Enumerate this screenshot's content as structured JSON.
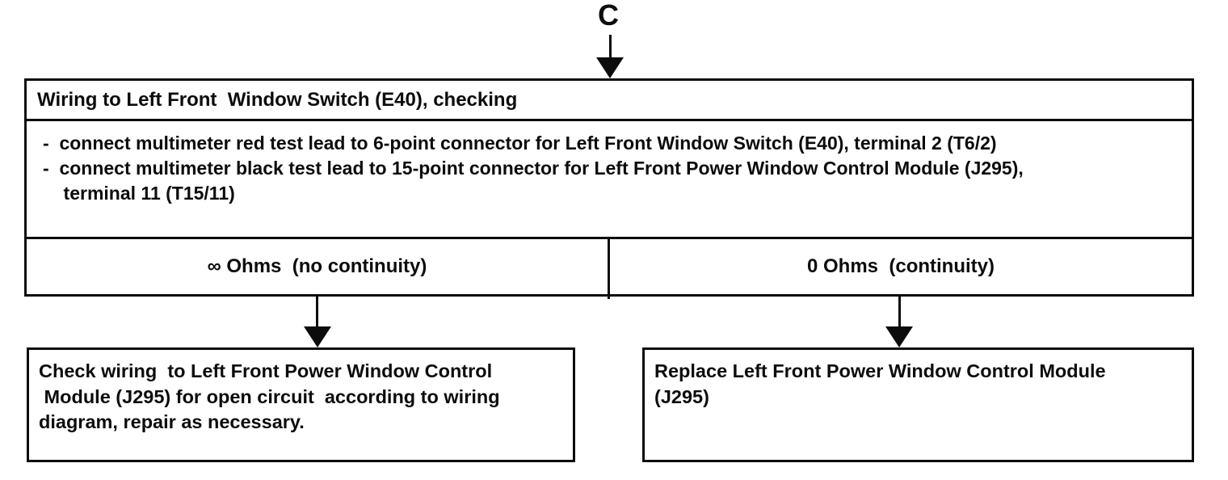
{
  "page": {
    "background": "#ffffff",
    "ink": "#0c0c0c"
  },
  "flowchart": {
    "entry": {
      "label": "C"
    },
    "procedure_box": {
      "title": "Wiring to Left Front  Window Switch (E40), checking",
      "step_lines": [
        "-  connect multimeter red test lead to 6-point connector for Left Front Window Switch (E40), terminal 2 (T6/2)",
        "-  connect multimeter black test lead to 15-point connector for Left Front Power Window Control Module (J295),",
        "    terminal 11 (T15/11)"
      ],
      "outcomes": [
        {
          "id": "no-continuity",
          "label": "∞ Ohms  (no continuity)"
        },
        {
          "id": "continuity",
          "label": "0 Ohms  (continuity)"
        }
      ]
    },
    "results": [
      {
        "id": "check-wiring",
        "lines": [
          "Check wiring  to Left Front Power Window Control",
          " Module (J295) for open circuit  according to wiring",
          "diagram, repair as necessary."
        ]
      },
      {
        "id": "replace-module",
        "lines": [
          "Replace Left Front Power Window Control Module",
          "(J295)"
        ]
      }
    ]
  }
}
